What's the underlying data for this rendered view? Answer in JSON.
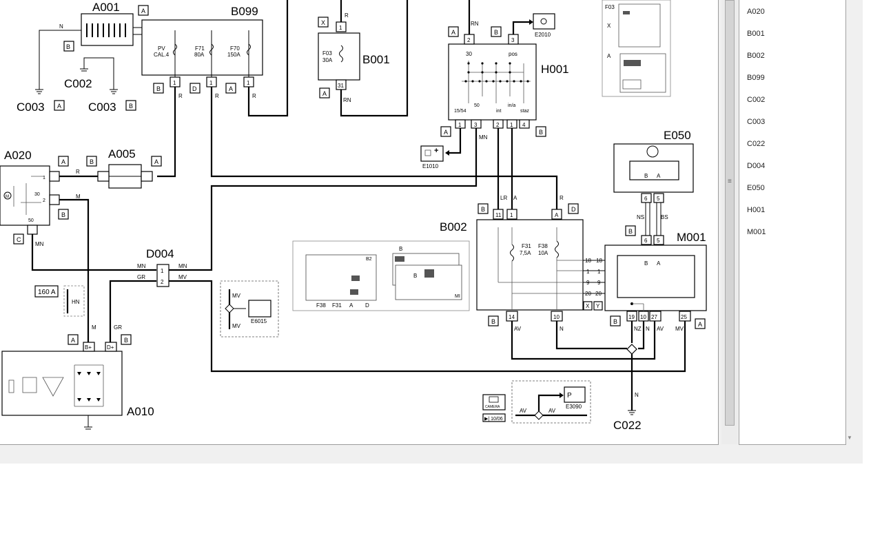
{
  "components": {
    "A001": "A001",
    "B099": "B099",
    "B001": "B001",
    "H001": "H001",
    "C002": "C002",
    "C003a": "C003",
    "C003b": "C003",
    "A020": "A020",
    "A005": "A005",
    "D004": "D004",
    "A010": "A010",
    "B002": "B002",
    "E050": "E050",
    "M001": "M001",
    "C022": "C022",
    "E2010": "E2010",
    "E1010": "E1010",
    "E6015": "E6015",
    "E3090": "E3090"
  },
  "fuses": {
    "pv": "PV",
    "cal4": "CAL.4",
    "f71": "F71",
    "f71a": "80A",
    "f70": "F70",
    "f70a": "150A",
    "f03": "F03",
    "f03a": "30A",
    "f31": "F31",
    "f31a": "7,5A",
    "f38": "F38",
    "f38a": "10A"
  },
  "h001_pins": {
    "p30": "30",
    "pos": "pos",
    "p1554": "15/54",
    "p50": "50",
    "int": "int",
    "inla": "in/a",
    "staz": "staz"
  },
  "wires": {
    "N": "N",
    "R": "R",
    "RN": "RN",
    "MN": "MN",
    "M": "M",
    "GR": "GR",
    "MV": "MV",
    "LR": "LR",
    "A": "A",
    "AV": "AV",
    "NS": "NS",
    "BS": "BS",
    "NZ": "NZ"
  },
  "connectors": {
    "A": "A",
    "B": "B",
    "C": "C",
    "D": "D",
    "X": "X",
    "Y": "Y"
  },
  "pins": {
    "p1": "1",
    "p2": "2",
    "p3": "3",
    "p4": "4",
    "p5": "5",
    "p6": "6",
    "p9": "9",
    "p10": "10",
    "p11": "11",
    "p14": "14",
    "p18": "18",
    "p19": "19",
    "p20": "20",
    "p25": "25",
    "p27": "27",
    "p31": "31",
    "p30": "30",
    "p50": "50"
  },
  "a010_pins": {
    "bplus": "B+",
    "dplus": "D+"
  },
  "bat_label": "160 A",
  "bat_code": "HN",
  "camera_label": "CAMERA",
  "camera_ref": "▶| 10/06",
  "fusebox_labels": {
    "b2": "B2",
    "b": "B",
    "f38": "F38",
    "f31": "F31",
    "a": "A",
    "d": "D",
    "mi": "MI",
    "f03": "F03",
    "x": "X",
    "a2": "A"
  },
  "component_list": [
    "A020",
    "B001",
    "B002",
    "B099",
    "C002",
    "C003",
    "C022",
    "D004",
    "E050",
    "H001",
    "M001"
  ]
}
